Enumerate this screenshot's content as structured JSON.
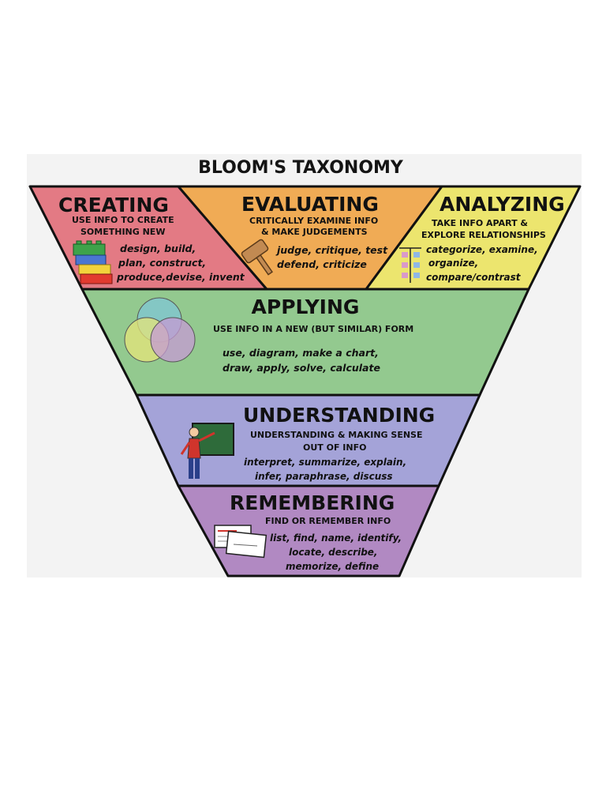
{
  "title": "BLOOM'S TAXONOMY",
  "colors": {
    "creating": "#e37a84",
    "evaluating": "#f0ab55",
    "analyzing": "#ece56e",
    "applying": "#93c98f",
    "understanding": "#a4a3d8",
    "remembering": "#b189c2",
    "panel": "#f3f3f3",
    "outline": "#111111"
  },
  "levels": {
    "creating": {
      "name": "CREATING",
      "desc": [
        "USE INFO TO CREATE",
        "SOMETHING NEW"
      ],
      "verbs": [
        "design, build,",
        "plan, construct,",
        "produce,devise, invent"
      ],
      "icon": "lego-bricks-icon"
    },
    "evaluating": {
      "name": "EVALUATING",
      "desc": [
        "CRITICALLY EXAMINE INFO",
        "& MAKE JUDGEMENTS"
      ],
      "verbs": [
        "judge, critique, test",
        "defend, criticize"
      ],
      "icon": "gavel-icon"
    },
    "analyzing": {
      "name": "ANALYZING",
      "desc": [
        "TAKE INFO APART &",
        "EXPLORE RELATIONSHIPS"
      ],
      "verbs": [
        "categorize, examine,",
        "organize,",
        "compare/contrast"
      ],
      "icon": "sorting-chart-icon"
    },
    "applying": {
      "name": "APPLYING",
      "desc": [
        "USE INFO IN A NEW (BUT SIMILAR) FORM"
      ],
      "verbs": [
        "use, diagram, make a chart,",
        "draw, apply, solve, calculate"
      ],
      "icon": "venn-diagram-icon"
    },
    "understanding": {
      "name": "UNDERSTANDING",
      "desc": [
        "UNDERSTANDING & MAKING SENSE",
        "OUT OF INFO"
      ],
      "verbs": [
        "interpret, summarize, explain,",
        "infer, paraphrase, discuss"
      ],
      "icon": "teacher-board-icon"
    },
    "remembering": {
      "name": "REMEMBERING",
      "desc": [
        "FIND OR REMEMBER INFO"
      ],
      "verbs": [
        "list, find, name, identify,",
        "locate, describe,",
        "memorize, define"
      ],
      "icon": "flash-cards-icon"
    }
  }
}
